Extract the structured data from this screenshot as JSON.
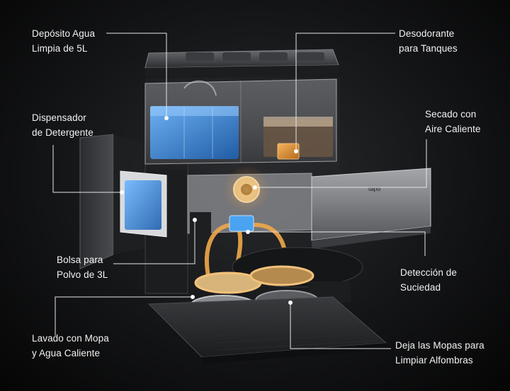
{
  "labels": {
    "deposito_agua": "Depósito Agua\nLimpia de 5L",
    "desodorante": "Desodorante\npara Tanques",
    "dispensador": "Dispensador\nde Detergente",
    "secado": "Secado con\nAire Caliente",
    "bolsa": "Bolsa para\nPolvo de 3L",
    "deteccion": "Detección de\nSuciedad",
    "lavado": "Lavado con Mopa\ny Agua Caliente",
    "deja_mopas": "Deja las Mopas para\nLimpiar Alfombras"
  },
  "brand_mark": "tapo",
  "colors": {
    "background": "#0b0b0c",
    "water": "#3a8de0",
    "heat": "#e8a040",
    "line": "#e6e6e6"
  }
}
